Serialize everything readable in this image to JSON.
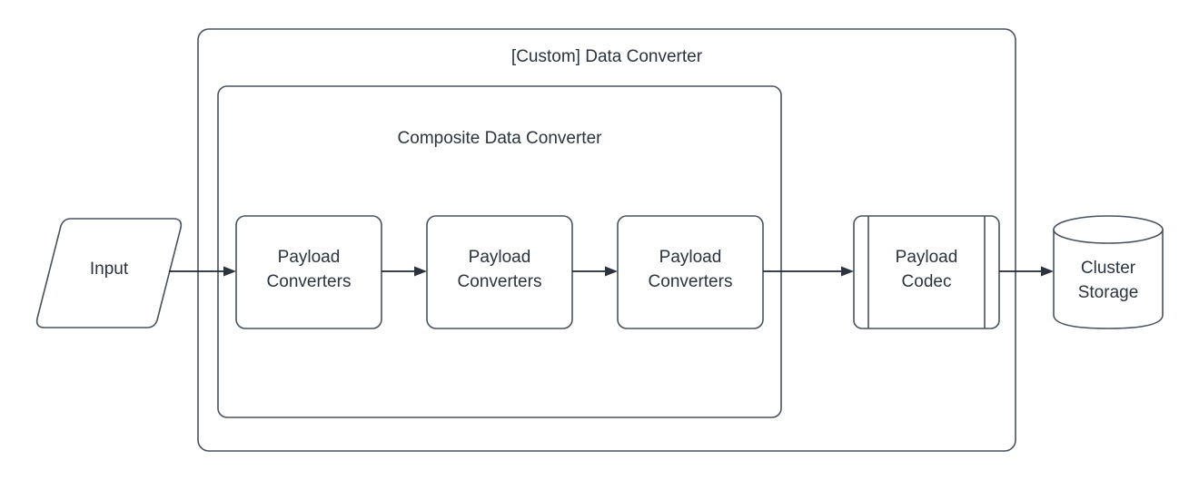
{
  "diagram": {
    "title": "[Custom] Data Converter",
    "type": "flowchart",
    "stroke_color": "#48525f",
    "text_color": "#2b333f",
    "fill_color": "#ffffff",
    "background": "#ffffff",
    "containers": [
      {
        "id": "custom-data-converter",
        "label": "[Custom] Data Converter",
        "shape": "rounded-rectangle"
      },
      {
        "id": "composite-data-converter",
        "label": "Composite Data Converter",
        "shape": "rounded-rectangle"
      }
    ],
    "nodes": [
      {
        "id": "input",
        "label": "Input",
        "shape": "parallelogram"
      },
      {
        "id": "payload-converters-1",
        "label_line1": "Payload",
        "label_line2": "Converters",
        "shape": "rounded-rectangle"
      },
      {
        "id": "payload-converters-2",
        "label_line1": "Payload",
        "label_line2": "Converters",
        "shape": "rounded-rectangle"
      },
      {
        "id": "payload-converters-3",
        "label_line1": "Payload",
        "label_line2": "Converters",
        "shape": "rounded-rectangle"
      },
      {
        "id": "payload-codec",
        "label_line1": "Payload",
        "label_line2": "Codec",
        "shape": "process"
      },
      {
        "id": "cluster-storage",
        "label_line1": "Cluster",
        "label_line2": "Storage",
        "shape": "cylinder"
      }
    ],
    "edges": [
      {
        "id": "edge-input-to-pc1",
        "from": "input",
        "to": "payload-converters-1",
        "arrow": "single"
      },
      {
        "id": "edge-pc1-to-pc2",
        "from": "payload-converters-1",
        "to": "payload-converters-2",
        "arrow": "single"
      },
      {
        "id": "edge-pc2-to-pc3",
        "from": "payload-converters-2",
        "to": "payload-converters-3",
        "arrow": "single"
      },
      {
        "id": "edge-pc3-to-codec",
        "from": "payload-converters-3",
        "to": "payload-codec",
        "arrow": "single"
      },
      {
        "id": "edge-codec-to-storage",
        "from": "payload-codec",
        "to": "cluster-storage",
        "arrow": "single"
      }
    ]
  }
}
